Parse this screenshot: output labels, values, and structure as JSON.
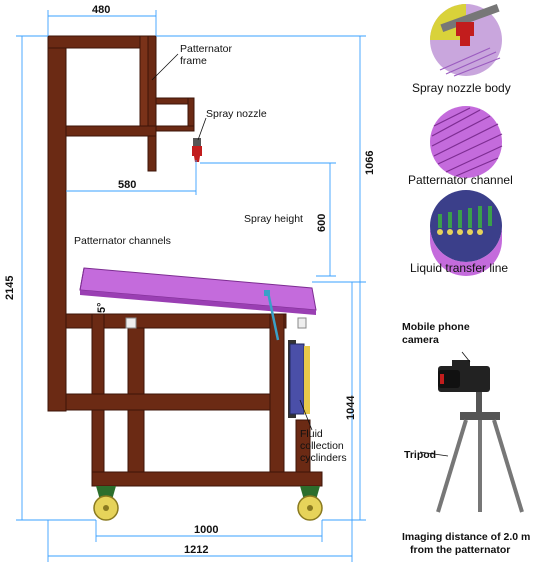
{
  "colors": {
    "frame": "#6b2a14",
    "frame_dark": "#3d1408",
    "channel": "#c46bdc",
    "channel_dark": "#9a3fb3",
    "dim_line": "#3aa0ff",
    "wheel": "#e6d35a",
    "wheel_mount": "#2c6e2c",
    "collector": "#4a4fa8",
    "collector_side": "#e8c94a"
  },
  "dimensions": {
    "top_width": "480",
    "nozzle_offset": "580",
    "total_height": "2145",
    "upper_height": "1066",
    "spray_height": "600",
    "lower_height": "1044",
    "wheel_span": "1000",
    "total_width": "1212",
    "angle": "5°"
  },
  "labels": {
    "patternator_frame": "Patternator frame",
    "spray_nozzle": "Spray nozzle",
    "spray_height": "Spray height",
    "patternator_channels": "Patternator channels",
    "fluid_collection": "Fluid collection cyclinders",
    "fluid_line1": "Fluid",
    "fluid_line2": "collection",
    "fluid_line3": "cyclinders"
  },
  "insets": {
    "spray_nozzle_body": "Spray nozzle body",
    "patternator_channel": "Patternator channel",
    "liquid_transfer_line": "Liquid transfer line"
  },
  "camera": {
    "mobile_phone_line1": "Mobile phone",
    "mobile_phone_line2": "camera",
    "tripod": "Tripod",
    "imaging_line1": "Imaging distance of 2.0 m",
    "imaging_line2": "from the patternator"
  },
  "icons": [
    "spray-nozzle-icon",
    "channel-icon",
    "transfer-line-icon",
    "camera-icon",
    "tripod-icon"
  ]
}
